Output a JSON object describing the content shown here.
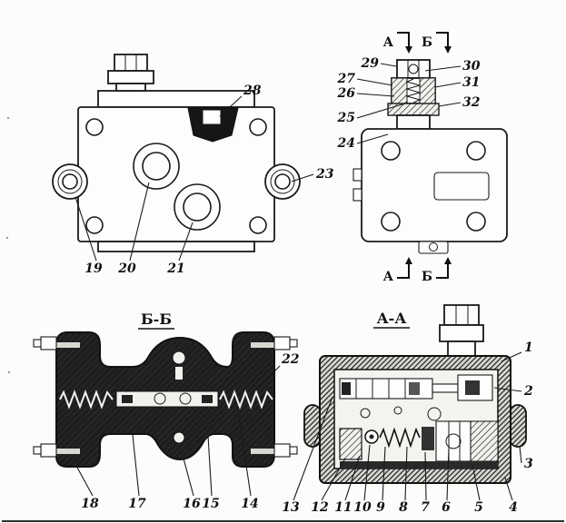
{
  "drawing": {
    "section_bb_title": "Б-Б",
    "section_aa_title": "А-А",
    "marks": {
      "a_top": "А",
      "b_top": "Б",
      "a_bottom": "А",
      "b_bottom": "Б"
    },
    "callouts": {
      "front": {
        "c19": "19",
        "c20": "20",
        "c21": "21",
        "c23": "23",
        "c28": "28"
      },
      "side": {
        "c24": "24",
        "c25": "25",
        "c26": "26",
        "c27": "27",
        "c29": "29",
        "c30": "30",
        "c31": "31",
        "c32": "32"
      },
      "bb": {
        "c14": "14",
        "c15": "15",
        "c16": "16",
        "c17": "17",
        "c18": "18",
        "c22": "22"
      },
      "aa": {
        "c1": "1",
        "c2": "2",
        "c3": "3",
        "c4": "4",
        "c5": "5",
        "c6": "6",
        "c7": "7",
        "c8": "8",
        "c9": "9",
        "c10": "10",
        "c11": "11",
        "c12": "12",
        "c13": "13"
      }
    },
    "colors": {
      "ink": "#1a1a1a",
      "dark_section": "#1e1e1e",
      "paper": "#fcfcfb"
    }
  }
}
